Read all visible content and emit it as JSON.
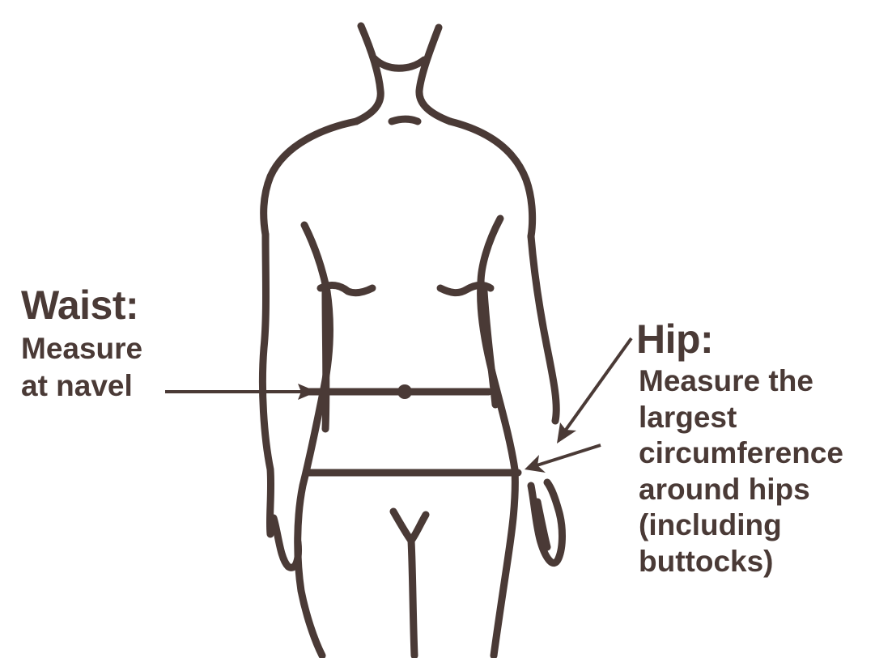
{
  "colors": {
    "ink": "#4a3a36",
    "background": "#ffffff"
  },
  "waist": {
    "title": "Waist:",
    "lines": [
      "Measure",
      "at navel"
    ]
  },
  "hip": {
    "title": "Hip:",
    "lines": [
      "Measure the",
      "largest",
      "circumference",
      "around hips",
      "(including",
      "buttocks)"
    ]
  }
}
